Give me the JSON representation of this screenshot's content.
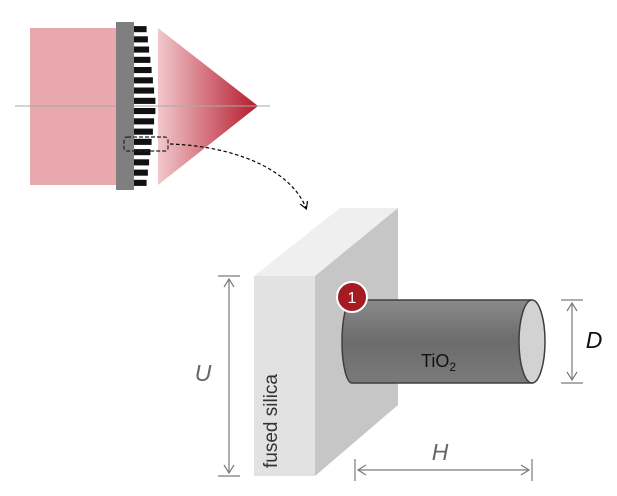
{
  "labels": {
    "substrate": "fused silica",
    "pillar_material": "TiO",
    "pillar_material_subscript": "2",
    "height_symbol": "H",
    "diameter_symbol": "D",
    "period_symbol": "U",
    "marker_number": "1"
  },
  "colors": {
    "beam_light": "#e9a8ae",
    "beam_focus": "#b51a2c",
    "substrate_plate": "#7f7f7f",
    "pillar_fill": "#767676",
    "pillar_end": "#d0d0d0",
    "block_front": "#e2e2e2",
    "block_side": "#c8c8c8",
    "block_top": "#efefef",
    "marker": "#a61b22",
    "dimension_line": "#7a7a7a",
    "label_text": "#606060"
  }
}
